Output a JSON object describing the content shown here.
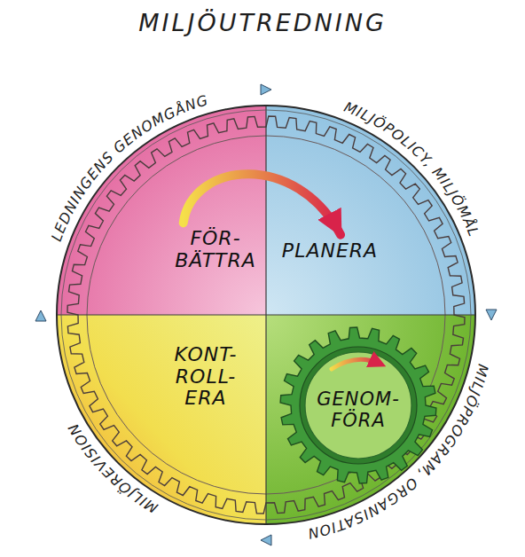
{
  "diagram": {
    "title": "MILJÖUTREDNING",
    "nodes": [
      {
        "text": [
          "FÖR- BÄTTRA"
        ]
      },
      {
        "text": [
          "PLANERA"
        ]
      },
      {
        "text": [
          "KONT- ROLL- ERA"
        ]
      },
      {
        "text": [
          "GENOM- FÖRA"
        ]
      }
    ],
    "edges": [
      {
        "from": 0,
        "to": 1,
        "arrow": "to"
      }
    ],
    "labels": [
      "LEDNINGENS GENOMGÅNG",
      "MILJÖPOLICY, MILJÖMÅL",
      "MILJÖPROGRAM, ORGANISATION",
      "MILJÖREVISION"
    ]
  }
}
